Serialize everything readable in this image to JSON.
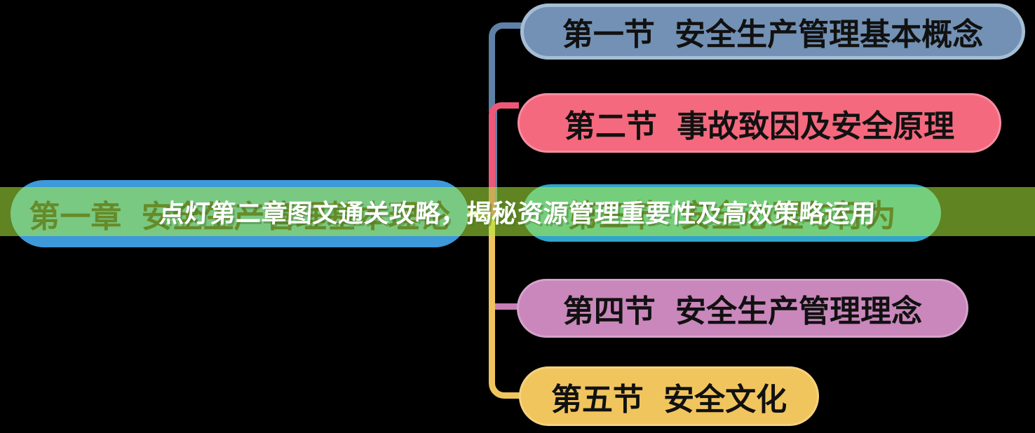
{
  "canvas": {
    "background": "#000000"
  },
  "banner": {
    "text": "点灯第二章图文通关攻略，揭秘资源管理重要性及高效策略运用",
    "overlay_color": "rgba(173, 240, 60, 0.55)",
    "text_color": "#ffffff"
  },
  "chapter_node": {
    "label": "第一章 安全生产管理基本理论",
    "fill": "#3d99da",
    "text_color": "#111111"
  },
  "section_nodes": [
    {
      "label": "第一节 安全生产管理基本概念",
      "fill": "#7291b4",
      "border": "#a5bdd5",
      "connector": "#5e81a5"
    },
    {
      "label": "第二节 事故致因及安全原理",
      "fill": "#f4697e",
      "border": "#f78da1",
      "connector": "#ee5878"
    },
    {
      "label": "第三节 安全心理与行为",
      "fill": "#31a5c9",
      "border": "#31a5c9",
      "connector": "#31a5c9"
    },
    {
      "label": "第四节 安全生产管理理念",
      "fill": "#c987bc",
      "border": "#d5a2cc",
      "connector": "#c57fb5"
    },
    {
      "label": "第五节 安全文化",
      "fill": "#f1c55e",
      "border": "#f5d27e",
      "connector": "#eec45e"
    }
  ]
}
